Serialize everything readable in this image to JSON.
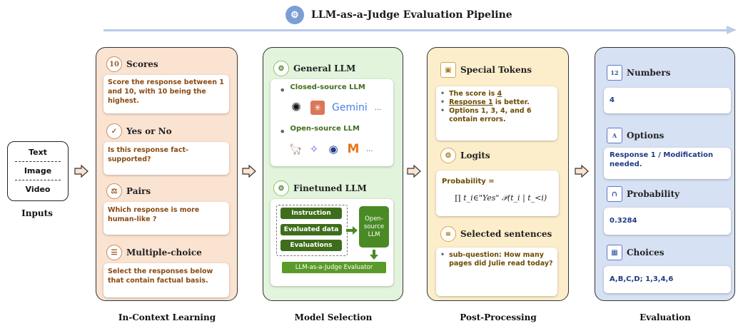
{
  "title": "LLM-as-a-Judge Evaluation Pipeline",
  "inputs": {
    "items": [
      "Text",
      "Image",
      "Video"
    ],
    "label": "Inputs"
  },
  "in_context_learning": {
    "label": "In-Context Learning",
    "sections": [
      {
        "title": "Scores",
        "icon": "10",
        "text": "Score the response between 1 and 10, with 10 being the highest."
      },
      {
        "title": "Yes or No",
        "icon": "✓",
        "text": "Is this response fact-supported?"
      },
      {
        "title": "Pairs",
        "icon": "⚖",
        "text": "Which response is more human-like ?"
      },
      {
        "title": "Multiple-choice",
        "icon": "☰",
        "text": "Select the responses below that contain factual basis."
      }
    ]
  },
  "model_selection": {
    "label": "Model Selection",
    "general": {
      "title": "General LLM",
      "closed": "Closed-source LLM",
      "open": "Open-source LLM",
      "gemini": "Gemini",
      "ellipsis": "..."
    },
    "finetuned": {
      "title": "Finetuned LLM",
      "steps": [
        "Instruction",
        "Evaluated data",
        "Evaluations"
      ],
      "model": "Open-source LLM",
      "output": "LLM-as-a-Judge Evaluator"
    }
  },
  "post_processing": {
    "label": "Post-Processing",
    "special": {
      "title": "Special Tokens",
      "line1": "The score is ",
      "line1_num": "4",
      "line2_ul": "Response 1",
      "line2": " is better.",
      "line3": "Options 1, 3, 4, and 6 contain errors."
    },
    "logits": {
      "title": "Logits",
      "prob_label": "Probability =",
      "formula": "∏ t_i∈\"Yes\"  𝒫(t_i | t_<i)"
    },
    "selected": {
      "title": "Selected sentences",
      "text": "sub-question: How many pages did Julie read today?"
    }
  },
  "evaluation": {
    "label": "Evaluation",
    "sections": [
      {
        "title": "Numbers",
        "value": "4"
      },
      {
        "title": "Options",
        "value": "Response 1 / Modification needed."
      },
      {
        "title": "Probability",
        "value": "0.3284"
      },
      {
        "title": "Choices",
        "value": "A,B,C,D; 1,3,4,6"
      }
    ]
  }
}
